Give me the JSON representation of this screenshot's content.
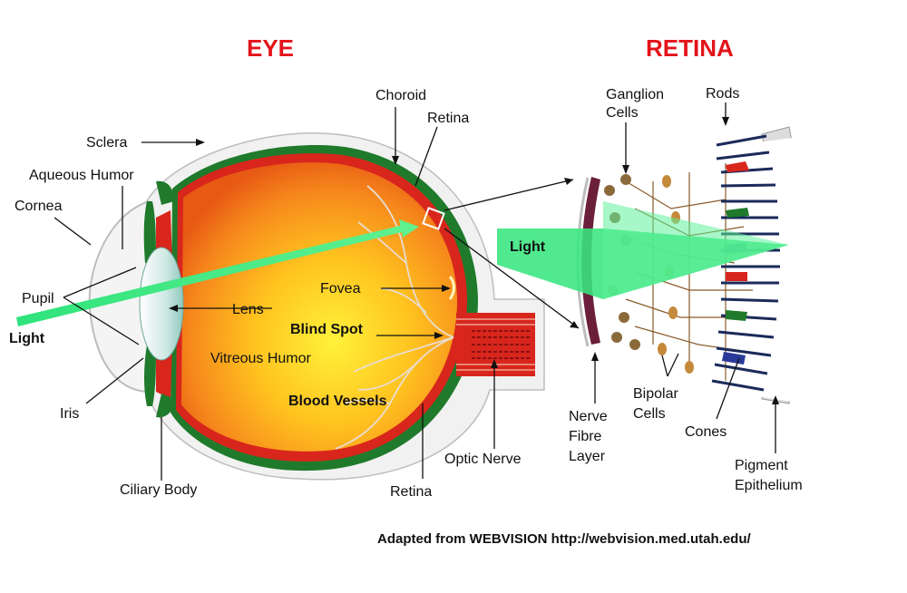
{
  "titles": {
    "eye": "EYE",
    "retina": "RETINA"
  },
  "eye_labels": {
    "sclera": "Sclera",
    "aqueous_humor": "Aqueous Humor",
    "cornea": "Cornea",
    "pupil": "Pupil",
    "light": "Light",
    "iris": "Iris",
    "ciliary_body": "Ciliary Body",
    "lens": "Lens",
    "vitreous_humor": "Vitreous Humor",
    "blood_vessels": "Blood Vessels",
    "fovea": "Fovea",
    "blind_spot": "Blind Spot",
    "choroid": "Choroid",
    "retina_top": "Retina",
    "retina_bottom": "Retina",
    "optic_nerve": "Optic Nerve"
  },
  "retina_labels": {
    "ganglion_1": "Ganglion",
    "ganglion_2": "Cells",
    "rods": "Rods",
    "light": "Light",
    "nerve_1": "Nerve",
    "nerve_2": "Fibre",
    "nerve_3": "Layer",
    "bipolar_1": "Bipolar",
    "bipolar_2": "Cells",
    "cones": "Cones",
    "pigment_1": "Pigment",
    "pigment_2": "Epithelium"
  },
  "credit": "Adapted from  WEBVISION http://webvision.med.utah.edu/",
  "colors": {
    "title": "#e3141b",
    "light_beam": "#33e67f",
    "sclera": "#f2f2f2",
    "choroid": "#1f7a2b",
    "retina_layer": "#d8261d",
    "vitreous": "#f6a51f",
    "iris": "#1f7a2b"
  }
}
